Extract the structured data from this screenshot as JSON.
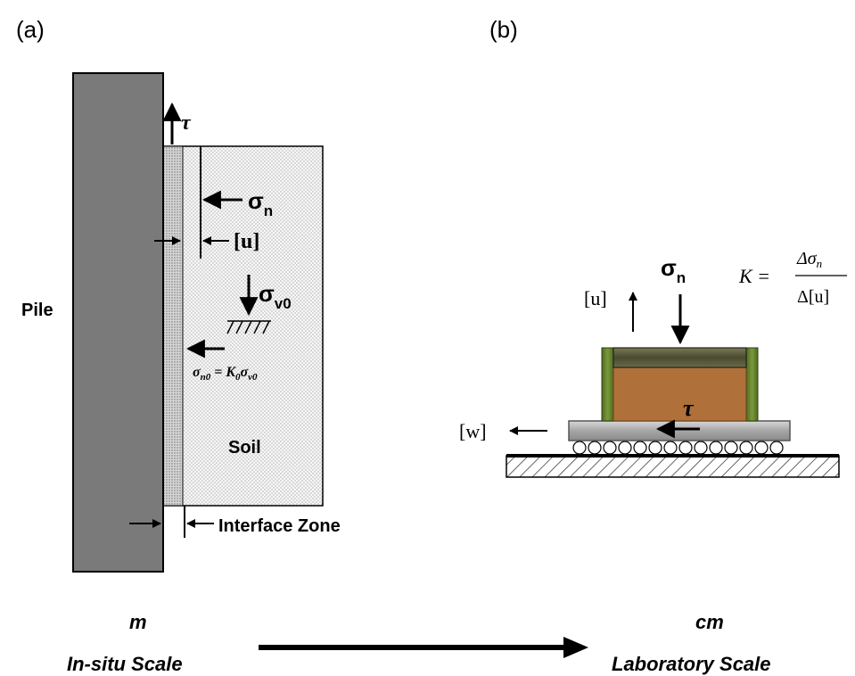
{
  "panel_a": {
    "label": "(a)",
    "pile_label": "Pile",
    "soil_label": "Soil",
    "tau": "τ",
    "sigma_n": "σ",
    "sigma_n_sub": "n",
    "u_label": "[u]",
    "sigma_v0": "σ",
    "sigma_v0_sub": "v0",
    "sigma_n0_eq": "σ",
    "sigma_n0_eq_sub": "n0",
    "sigma_n0_eq_mid": " = K",
    "sigma_n0_eq_k_sub": "0",
    "sigma_n0_eq_tail": "σ",
    "sigma_n0_eq_tail_sub": "v0",
    "interface_label": "Interface Zone",
    "scale_unit": "m",
    "scale_label": "In-situ Scale"
  },
  "panel_b": {
    "label": "(b)",
    "sigma_n": "σ",
    "sigma_n_sub": "n",
    "u_label": "[u]",
    "w_label": "[w]",
    "tau": "τ",
    "k_lhs": "K =",
    "k_num": "Δσ",
    "k_num_sub": "n",
    "k_den": "Δ[u]",
    "scale_unit": "cm",
    "scale_label": "Laboratory Scale"
  },
  "colors": {
    "pile": "#7a7a7a",
    "interface": "#d9d9d9",
    "soil": "#f2f2f2",
    "box_frame": "#5f7a2e",
    "sample": "#b0703a",
    "cap": "#5a5a3a",
    "base_plate": "#a8a8a8"
  }
}
